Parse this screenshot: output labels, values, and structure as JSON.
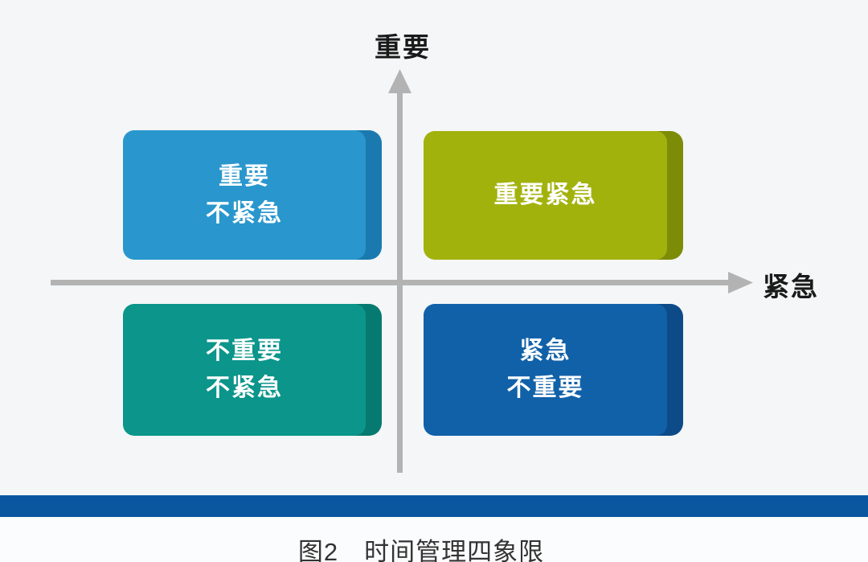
{
  "background": "#f4f6f7",
  "axes": {
    "color": "#b3b3b3",
    "vertical_label": "重要",
    "horizontal_label": "紧急",
    "label_color": "#1a1a1a"
  },
  "quadrants": [
    {
      "name": "important-not-urgent",
      "position": "top-left",
      "lines": [
        "重要",
        "不紧急"
      ],
      "face_color": "#2997cd",
      "side_color": "#1a7ab0",
      "text_color": "#ffffff"
    },
    {
      "name": "important-urgent",
      "position": "top-right",
      "lines": [
        "重要紧急"
      ],
      "face_color": "#a2b20d",
      "side_color": "#7d8c07",
      "text_color": "#ffffff"
    },
    {
      "name": "not-important-not-urgent",
      "position": "bottom-left",
      "lines": [
        "不重要",
        "不紧急"
      ],
      "face_color": "#0b958b",
      "side_color": "#067a70",
      "text_color": "#ffffff"
    },
    {
      "name": "urgent-not-important",
      "position": "bottom-right",
      "lines": [
        "紧急",
        "不重要"
      ],
      "face_color": "#1161a9",
      "side_color": "#0c4b88",
      "text_color": "#ffffff"
    }
  ],
  "bottom_bar": {
    "color": "#0a57a0"
  },
  "figure": {
    "caption": "图2　时间管理四象限"
  }
}
